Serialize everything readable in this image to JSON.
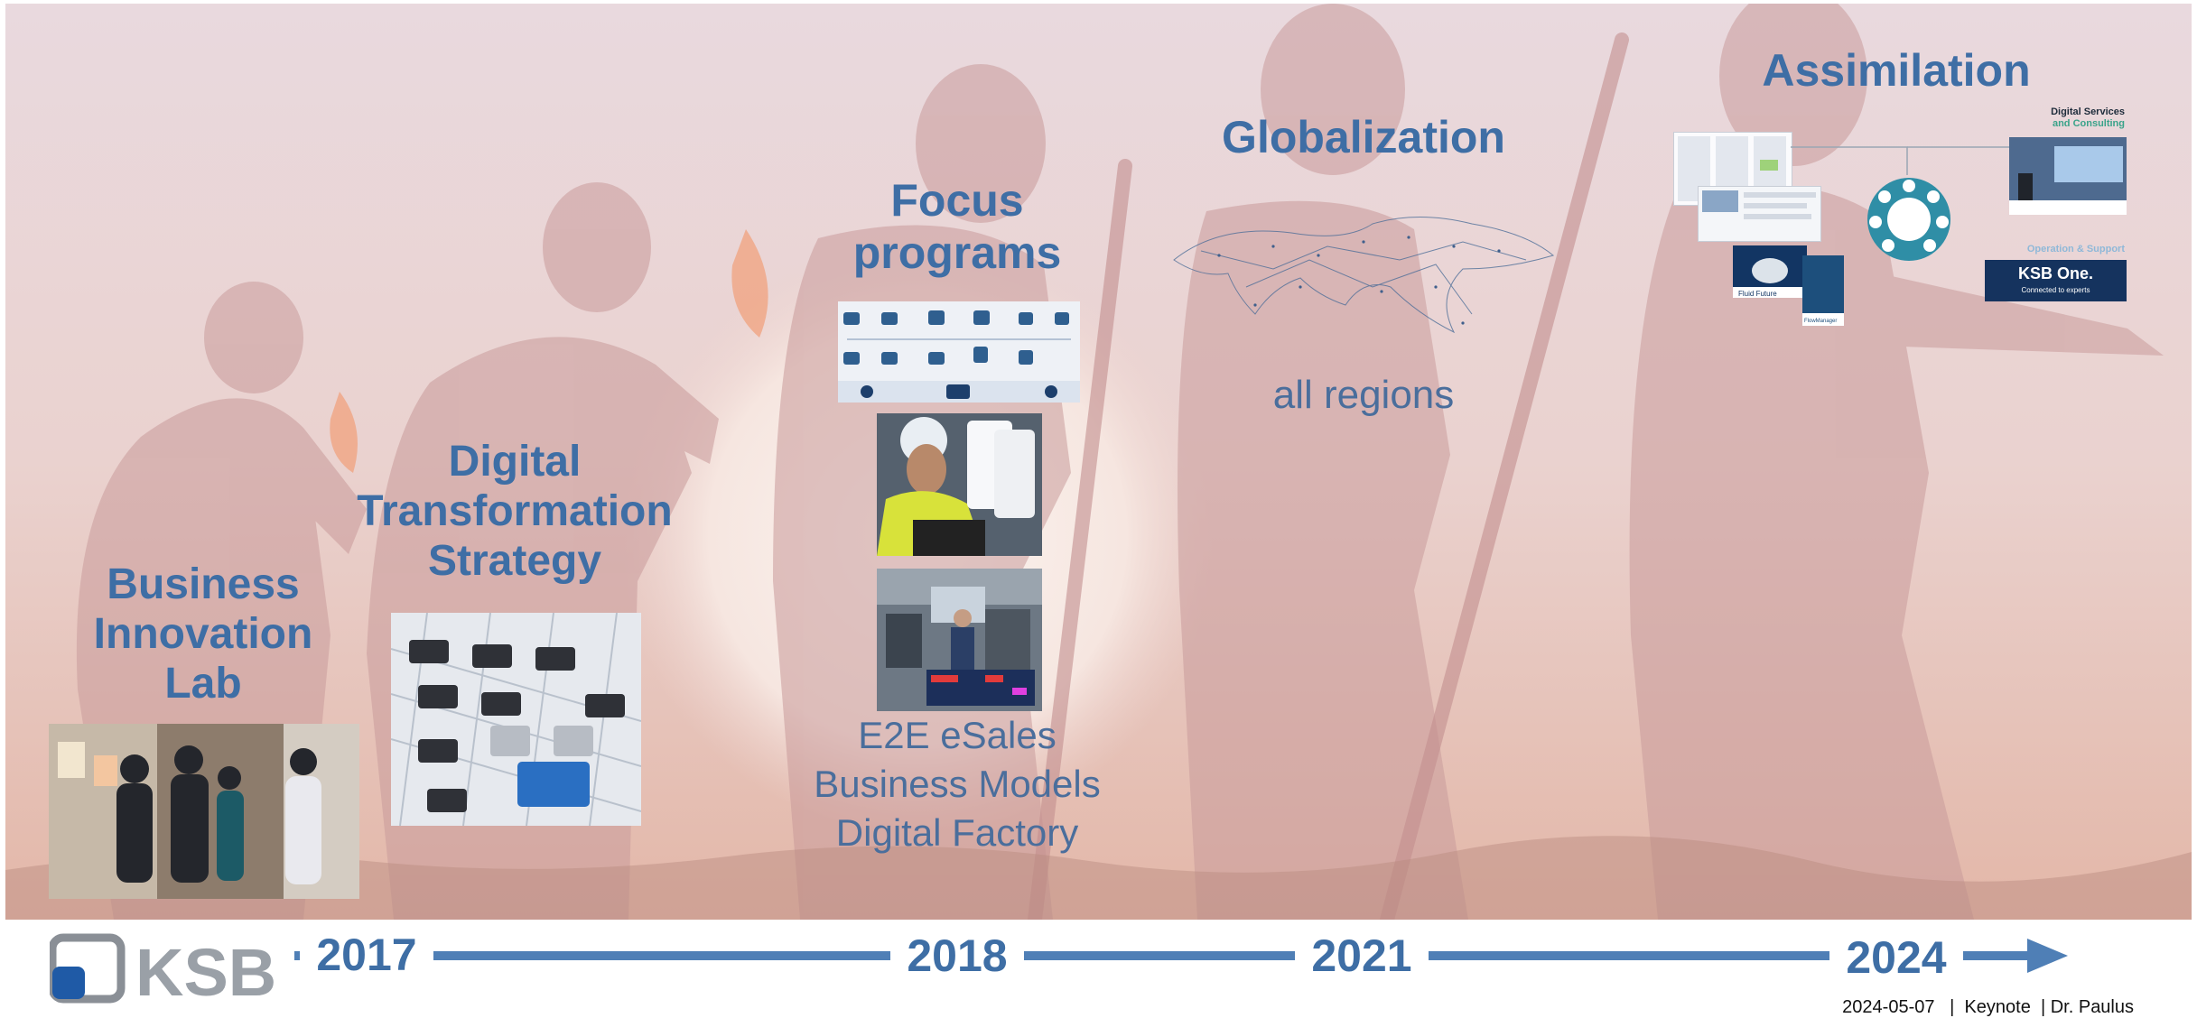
{
  "slide": {
    "milestones": {
      "lab": {
        "lines": [
          "Business",
          "Innovation",
          "Lab"
        ]
      },
      "strategy": {
        "lines": [
          "Digital",
          "Transformation",
          "Strategy"
        ]
      },
      "focus": {
        "lines": [
          "Focus",
          "programs"
        ],
        "items": [
          "E2E eSales",
          "Business Models",
          "Digital Factory"
        ]
      },
      "globalization": {
        "title": "Globalization",
        "sub": "all regions"
      },
      "assimilation": {
        "title": "Assimilation",
        "digital_services": [
          "Digital Services",
          "and Consulting"
        ],
        "operation_support": "Operation & Support",
        "ksb_one": "KSB One.",
        "ksb_one_tag": "Connected to experts",
        "fluid_future": "Fluid Future",
        "flowmanager": "FlowManager"
      }
    },
    "years": [
      "2017",
      "2018",
      "2021",
      "2024"
    ],
    "logo_text": "KSB",
    "footer": {
      "date": "2024-05-07",
      "event": "Keynote",
      "speaker": "Dr. Paulus"
    },
    "colors": {
      "accent": "#3e6ea5",
      "timeline": "#4f7fb6",
      "warm_bg": "#e7c5bb"
    }
  }
}
